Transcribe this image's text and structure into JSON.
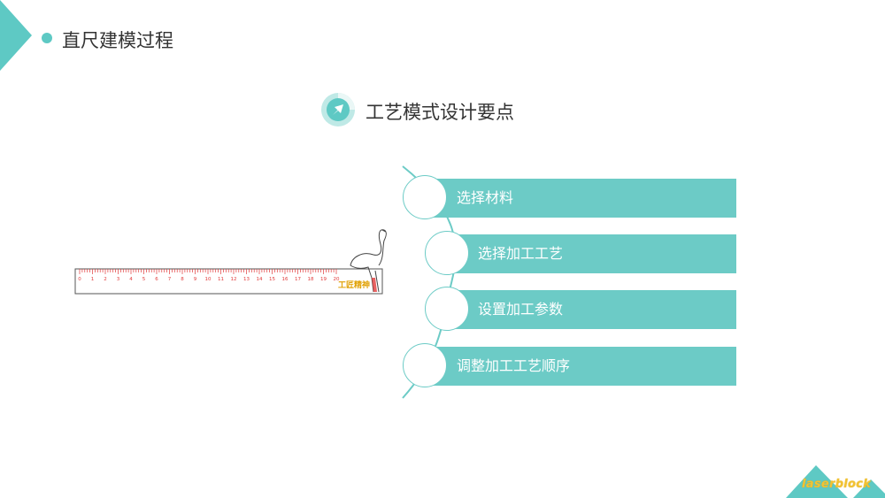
{
  "header": {
    "title": "直尺建模过程"
  },
  "section": {
    "title": "工艺模式设计要点",
    "icon": "cursor-arrow-icon"
  },
  "steps": [
    {
      "label": "选择材料"
    },
    {
      "label": "选择加工工艺"
    },
    {
      "label": "设置加工参数"
    },
    {
      "label": "调整加工工艺顺序"
    }
  ],
  "ruler": {
    "numbers": [
      "0",
      "1",
      "2",
      "3",
      "4",
      "5",
      "6",
      "7",
      "8",
      "9",
      "10",
      "11",
      "12",
      "13",
      "14",
      "15",
      "16",
      "17",
      "18",
      "19",
      "20"
    ],
    "brand": "工匠精神"
  },
  "logo": {
    "text": "laserblock"
  },
  "colors": {
    "accent": "#5ec9c4",
    "bar": "#6ccbc6",
    "ruler_red": "#e23b3b",
    "logo_yellow": "#f2c232"
  }
}
